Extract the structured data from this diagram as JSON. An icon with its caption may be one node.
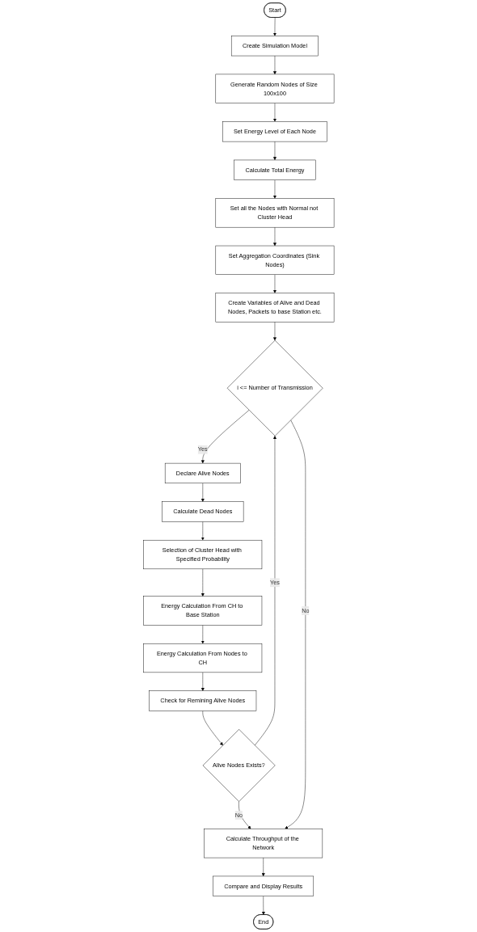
{
  "diagram": {
    "nodes": [
      {
        "text": [
          "Start"
        ]
      },
      {
        "text": [
          "Create Simulation Model"
        ]
      },
      {
        "text": [
          "Generate Random Nodes of Size 100x100"
        ]
      },
      {
        "text": [
          "Set Energy Level of Each Node"
        ]
      },
      {
        "text": [
          "Calculate Total Energy"
        ]
      },
      {
        "text": [
          "Set all the Nodes with Normal not Cluster Head"
        ]
      },
      {
        "text": [
          "Set Aggregation Coordinates (Sink Nodes)"
        ]
      },
      {
        "text": [
          "Create Variables of Alive and Dead Nodes, Packets to base Station etc."
        ]
      },
      {
        "text": [
          "i <= Number of Transmission"
        ]
      },
      {
        "text": [
          "Declare Alive Nodes"
        ]
      },
      {
        "text": [
          "Calculate Dead Nodes"
        ]
      },
      {
        "text": [
          "Selection of Cluster Head with Specified Probability"
        ]
      },
      {
        "text": [
          "Energy Calculation From CH to Base Station"
        ]
      },
      {
        "text": [
          "Energy Calculation From Nodes to CH"
        ]
      },
      {
        "text": [
          "Check for Remining Alive Nodes"
        ]
      },
      {
        "text": [
          "Alive Nodes Exists?"
        ]
      },
      {
        "text": [
          "Calculate Throughput of the Network"
        ]
      },
      {
        "text": [
          "Compare and Display Results"
        ]
      },
      {
        "text": [
          "End"
        ]
      }
    ],
    "edges": [
      {
        "from": 0,
        "to": 1,
        "arrow": "to"
      },
      {
        "from": 1,
        "to": 2,
        "arrow": "to"
      },
      {
        "from": 2,
        "to": 3,
        "arrow": "to"
      },
      {
        "from": 3,
        "to": 4,
        "arrow": "to"
      },
      {
        "from": 4,
        "to": 5,
        "arrow": "to"
      },
      {
        "from": 5,
        "to": 6,
        "arrow": "to"
      },
      {
        "from": 6,
        "to": 7,
        "arrow": "to"
      },
      {
        "from": 7,
        "to": 8,
        "arrow": "to"
      },
      {
        "from": 8,
        "to": 9,
        "arrow": "to",
        "label": "Yes"
      },
      {
        "from": 9,
        "to": 10,
        "arrow": "to"
      },
      {
        "from": 10,
        "to": 11,
        "arrow": "to"
      },
      {
        "from": 11,
        "to": 12,
        "arrow": "to"
      },
      {
        "from": 12,
        "to": 13,
        "arrow": "to"
      },
      {
        "from": 13,
        "to": 14,
        "arrow": "to"
      },
      {
        "from": 14,
        "to": 15,
        "arrow": "to"
      },
      {
        "from": 15,
        "to": 8,
        "arrow": "to",
        "label": "Yes"
      },
      {
        "from": 15,
        "to": 16,
        "arrow": "to",
        "label": "No"
      },
      {
        "from": 8,
        "to": 16,
        "arrow": "to",
        "label": "No"
      },
      {
        "from": 16,
        "to": 17,
        "arrow": "to"
      },
      {
        "from": 17,
        "to": 18,
        "arrow": "to"
      }
    ]
  }
}
